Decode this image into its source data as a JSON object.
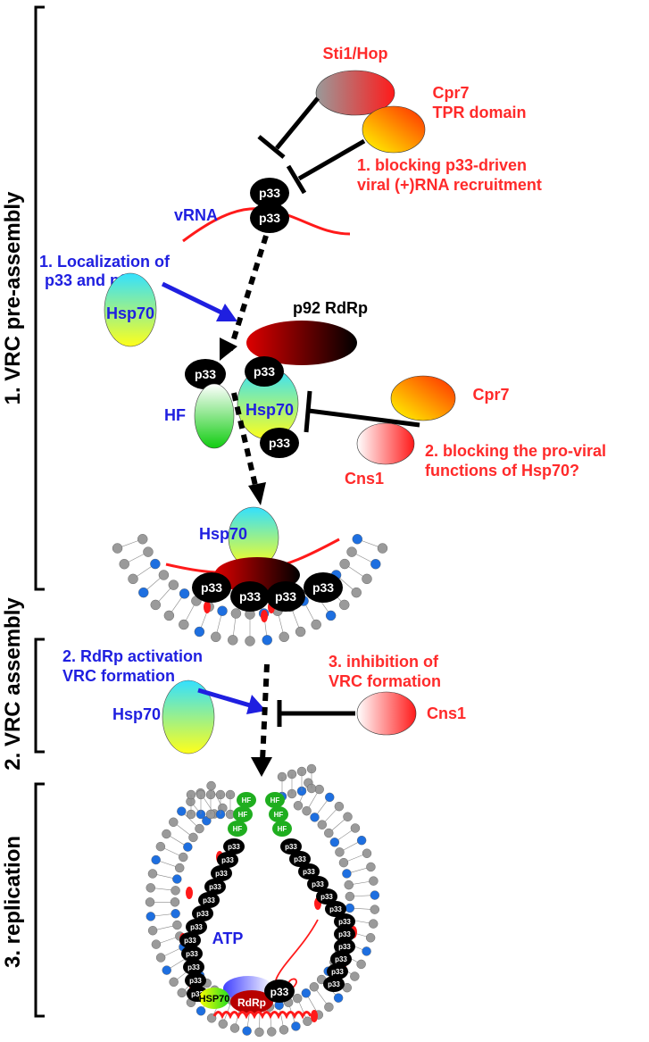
{
  "colors": {
    "red": "#ff2a2a",
    "blue": "#1f1fe0",
    "black": "#000000",
    "lipid_blue": "#1e6fe0",
    "lipid_grey": "#9a9a9a",
    "hf_green": "#1fae1f"
  },
  "stages": {
    "pre_assembly": "1. VRC pre-assembly",
    "assembly": "2. VRC assembly",
    "replication": "3. replication"
  },
  "labels": {
    "sti1": "Sti1/Hop",
    "cpr7_tpr_line1": "Cpr7",
    "cpr7_tpr_line2": "TPR domain",
    "blocking1_line1": "1. blocking p33-driven",
    "blocking1_line2": "viral (+)RNA recruitment",
    "vrna": "vRNA",
    "localization_line1": "1. Localization of",
    "localization_line2": "p33 and p92",
    "hsp70": "Hsp70",
    "p92": "p92 RdRp",
    "hf": "HF",
    "cpr7": "Cpr7",
    "cns1": "Cns1",
    "blocking2_line1": "2. blocking the pro-viral",
    "blocking2_line2": "functions of Hsp70?",
    "rdrp_line1": "2. RdRp activation",
    "rdrp_line2": "VRC formation",
    "inhibition_line1": "3. inhibition of",
    "inhibition_line2": "VRC formation",
    "atp": "ATP",
    "p33": "p33",
    "hsp70_short": "HSP70",
    "rdrp": "RdRp"
  }
}
